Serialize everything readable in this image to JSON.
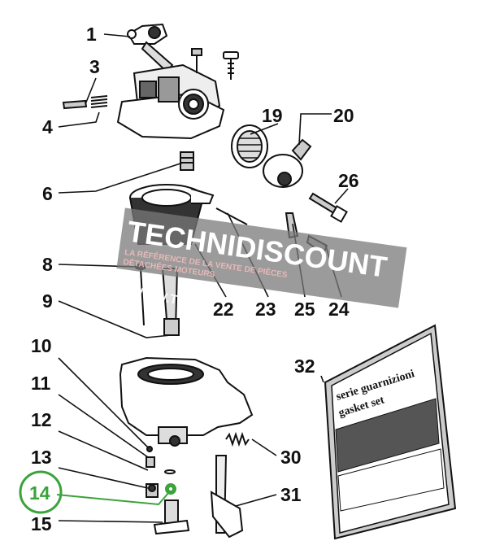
{
  "callouts": [
    {
      "id": "1",
      "label": "1"
    },
    {
      "id": "3",
      "label": "3"
    },
    {
      "id": "4",
      "label": "4"
    },
    {
      "id": "6",
      "label": "6"
    },
    {
      "id": "8",
      "label": "8"
    },
    {
      "id": "9",
      "label": "9"
    },
    {
      "id": "10",
      "label": "10"
    },
    {
      "id": "11",
      "label": "11"
    },
    {
      "id": "12",
      "label": "12"
    },
    {
      "id": "13",
      "label": "13"
    },
    {
      "id": "14",
      "label": "14",
      "highlighted": true
    },
    {
      "id": "15",
      "label": "15"
    },
    {
      "id": "19",
      "label": "19"
    },
    {
      "id": "20",
      "label": "20"
    },
    {
      "id": "22",
      "label": "22"
    },
    {
      "id": "23",
      "label": "23"
    },
    {
      "id": "24",
      "label": "24"
    },
    {
      "id": "25",
      "label": "25"
    },
    {
      "id": "26",
      "label": "26"
    },
    {
      "id": "30",
      "label": "30"
    },
    {
      "id": "31",
      "label": "31"
    },
    {
      "id": "32",
      "label": "32"
    }
  ],
  "gasket_card": {
    "line1": "serie guarnizioni",
    "line2": "gasket set"
  },
  "watermark": {
    "brand": "TECHNIDISCOUNT",
    "tagline1": "LA RÉFÉRENCE DE LA VENTE DE PIÈCES",
    "tagline2": "DÉTACHÉES MOTEURS",
    "url": "WWW.TECHNIDISCOUNT.COM"
  },
  "colors": {
    "highlight": "#3aa33a",
    "ink": "#111111",
    "watermark_band": "#7a7a7a"
  }
}
